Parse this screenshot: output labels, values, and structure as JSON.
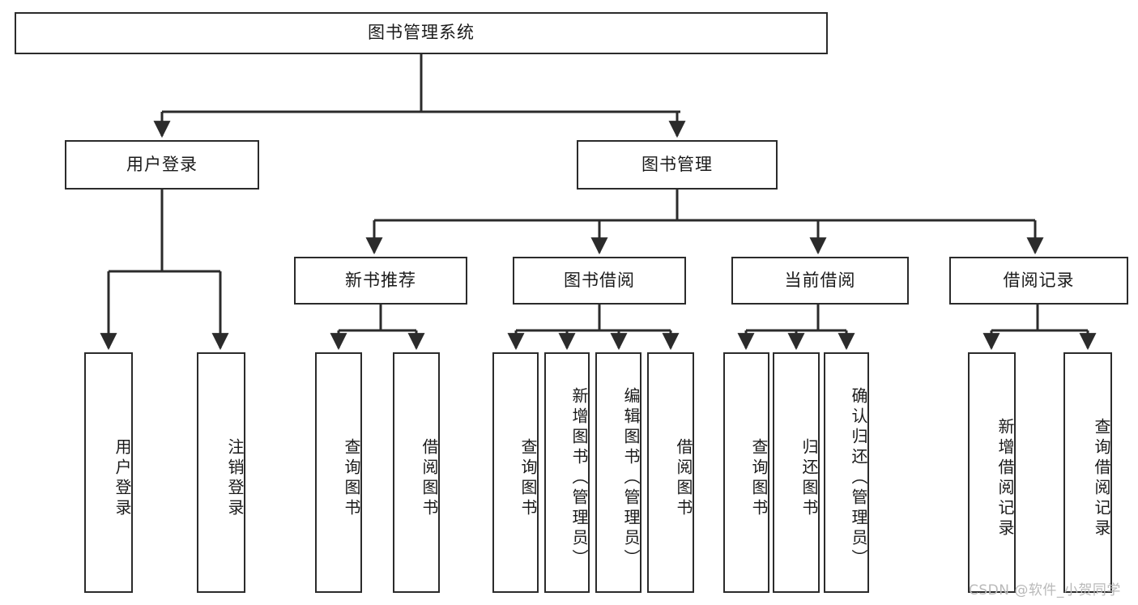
{
  "diagram": {
    "title": "图书管理系统",
    "watermark": "CSDN @软件_小贺同学",
    "line_color": "#2b2b2b",
    "box_fill": "#ffffff",
    "text_color": "#1a1a1a",
    "watermark_color": "#b9b9b9",
    "root": {
      "label": "图书管理系统"
    },
    "level2": [
      {
        "label": "用户登录"
      },
      {
        "label": "图书管理"
      }
    ],
    "level3": [
      {
        "label": "新书推荐"
      },
      {
        "label": "图书借阅"
      },
      {
        "label": "当前借阅"
      },
      {
        "label": "借阅记录"
      }
    ],
    "leaves": [
      {
        "label": "用户登录"
      },
      {
        "label": "注销登录"
      },
      {
        "label": "查询图书"
      },
      {
        "label": "借阅图书"
      },
      {
        "label": "查询图书"
      },
      {
        "label": "新增图书（管理员）"
      },
      {
        "label": "编辑图书（管理员）"
      },
      {
        "label": "借阅图书"
      },
      {
        "label": "查询图书"
      },
      {
        "label": "归还图书"
      },
      {
        "label": "确认归还（管理员）"
      },
      {
        "label": "新增借阅记录"
      },
      {
        "label": "查询借阅记录"
      }
    ]
  }
}
